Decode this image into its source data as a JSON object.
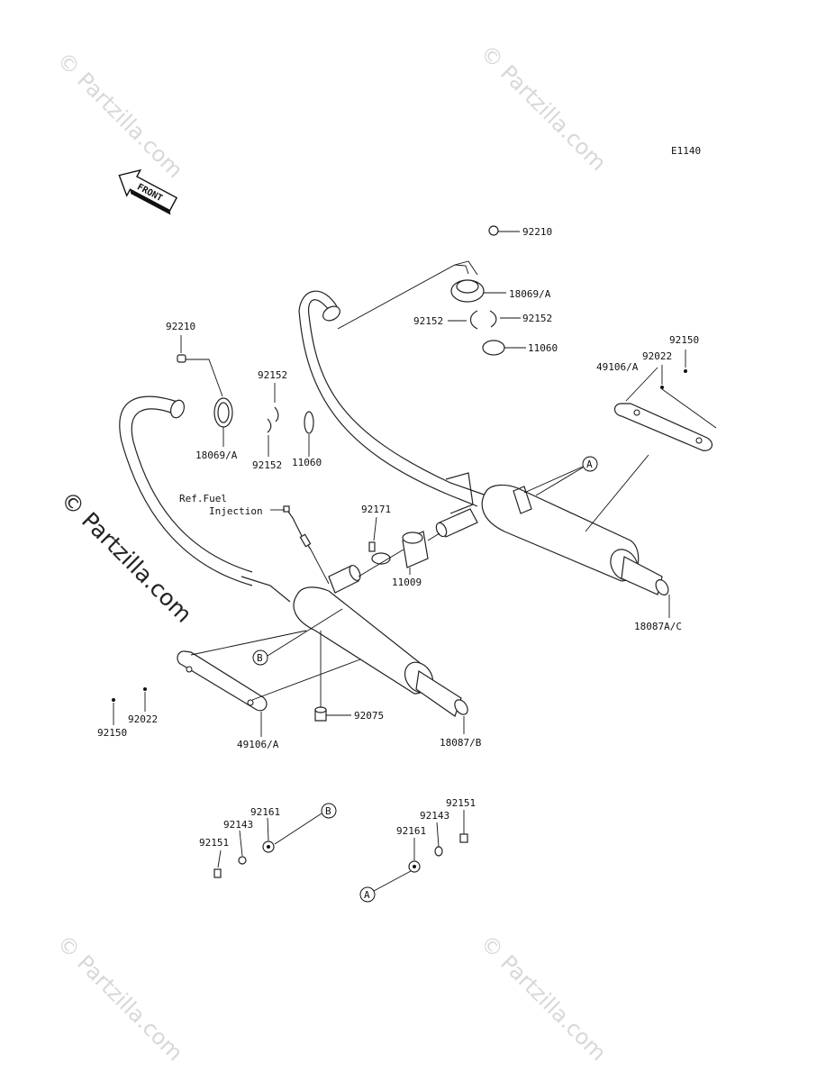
{
  "diagram_code": "E1140",
  "front_arrow_label": "FRONT",
  "watermark": "© Partzilla.com",
  "ref_note": [
    "Ref.Fuel",
    "Injection"
  ],
  "labels": {
    "p92210_right": "92210",
    "p18069_right": "18069/A",
    "p92152_r1": "92152",
    "p92152_r2": "92152",
    "p11060_right": "11060",
    "p92150_right": "92150",
    "p92022_right": "92022",
    "p49106_right": "49106/A",
    "p92210_left": "92210",
    "p92152_l1": "92152",
    "p18069_left": "18069/A",
    "p92152_l2": "92152",
    "p11060_left": "11060",
    "p92171": "92171",
    "p11009": "11009",
    "p18087_ac": "18087A/C",
    "p92150_left": "92150",
    "p92022_left": "92022",
    "p49106_left": "49106/A",
    "p92075": "92075",
    "p18087_b": "18087/B",
    "p92161_b": "92161",
    "p92143_b": "92143",
    "p92151_b": "92151",
    "p92151_a": "92151",
    "p92143_a": "92143",
    "p92161_a": "92161"
  },
  "callouts": {
    "a": "A",
    "b": "B"
  }
}
